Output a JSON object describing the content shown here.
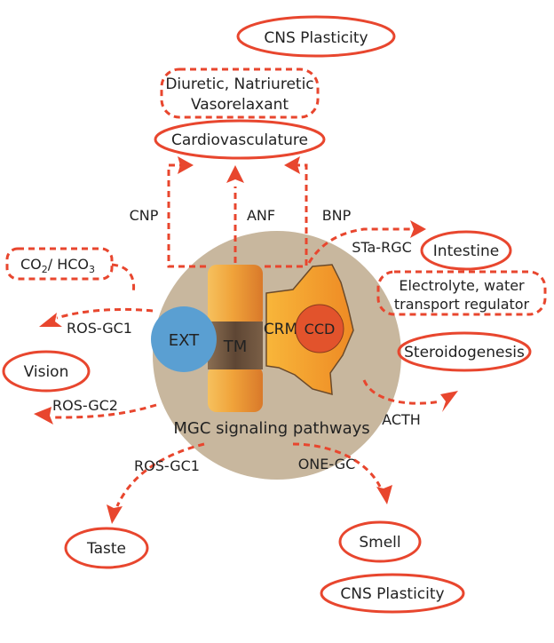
{
  "colors": {
    "accent": "#e8462e",
    "hub": "#c8b79e",
    "ext": "#5a9fd2",
    "tm": "#6b5440",
    "cylinder": "#f0a73a",
    "crm": "#f4a028",
    "ccd": "#e2532c"
  },
  "hub": {
    "ext": "EXT",
    "tm": "TM",
    "crm": "CRM",
    "ccd": "CCD",
    "caption": "MGC signaling pathways"
  },
  "nodes": {
    "cns_plasticity_top": "CNS Plasticity",
    "diuretic_line1": "Diuretic, Natriuretic",
    "diuretic_line2": "Vasorelaxant",
    "cardiovasculature": "Cardiovasculature",
    "co2_main": "CO",
    "co2_sub": "2",
    "hco3_main": "/ HCO",
    "hco3_sub": "3",
    "vision": "Vision",
    "intestine": "Intestine",
    "electrolyte_line1": "Electrolyte, water",
    "electrolyte_line2": "transport regulator",
    "steroidogenesis": "Steroidogenesis",
    "taste": "Taste",
    "smell": "Smell",
    "cns_plasticity_bottom": "CNS Plasticity"
  },
  "labels": {
    "cnp": "CNP",
    "anf": "ANF",
    "bnp": "BNP",
    "sta_rgc": "STa-RGC",
    "ros_gc1_vision": "ROS-GC1",
    "ros_gc2": "ROS-GC2",
    "acth": "ACTH",
    "ros_gc1_taste": "ROS-GC1",
    "one_gc": "ONE-GC"
  }
}
